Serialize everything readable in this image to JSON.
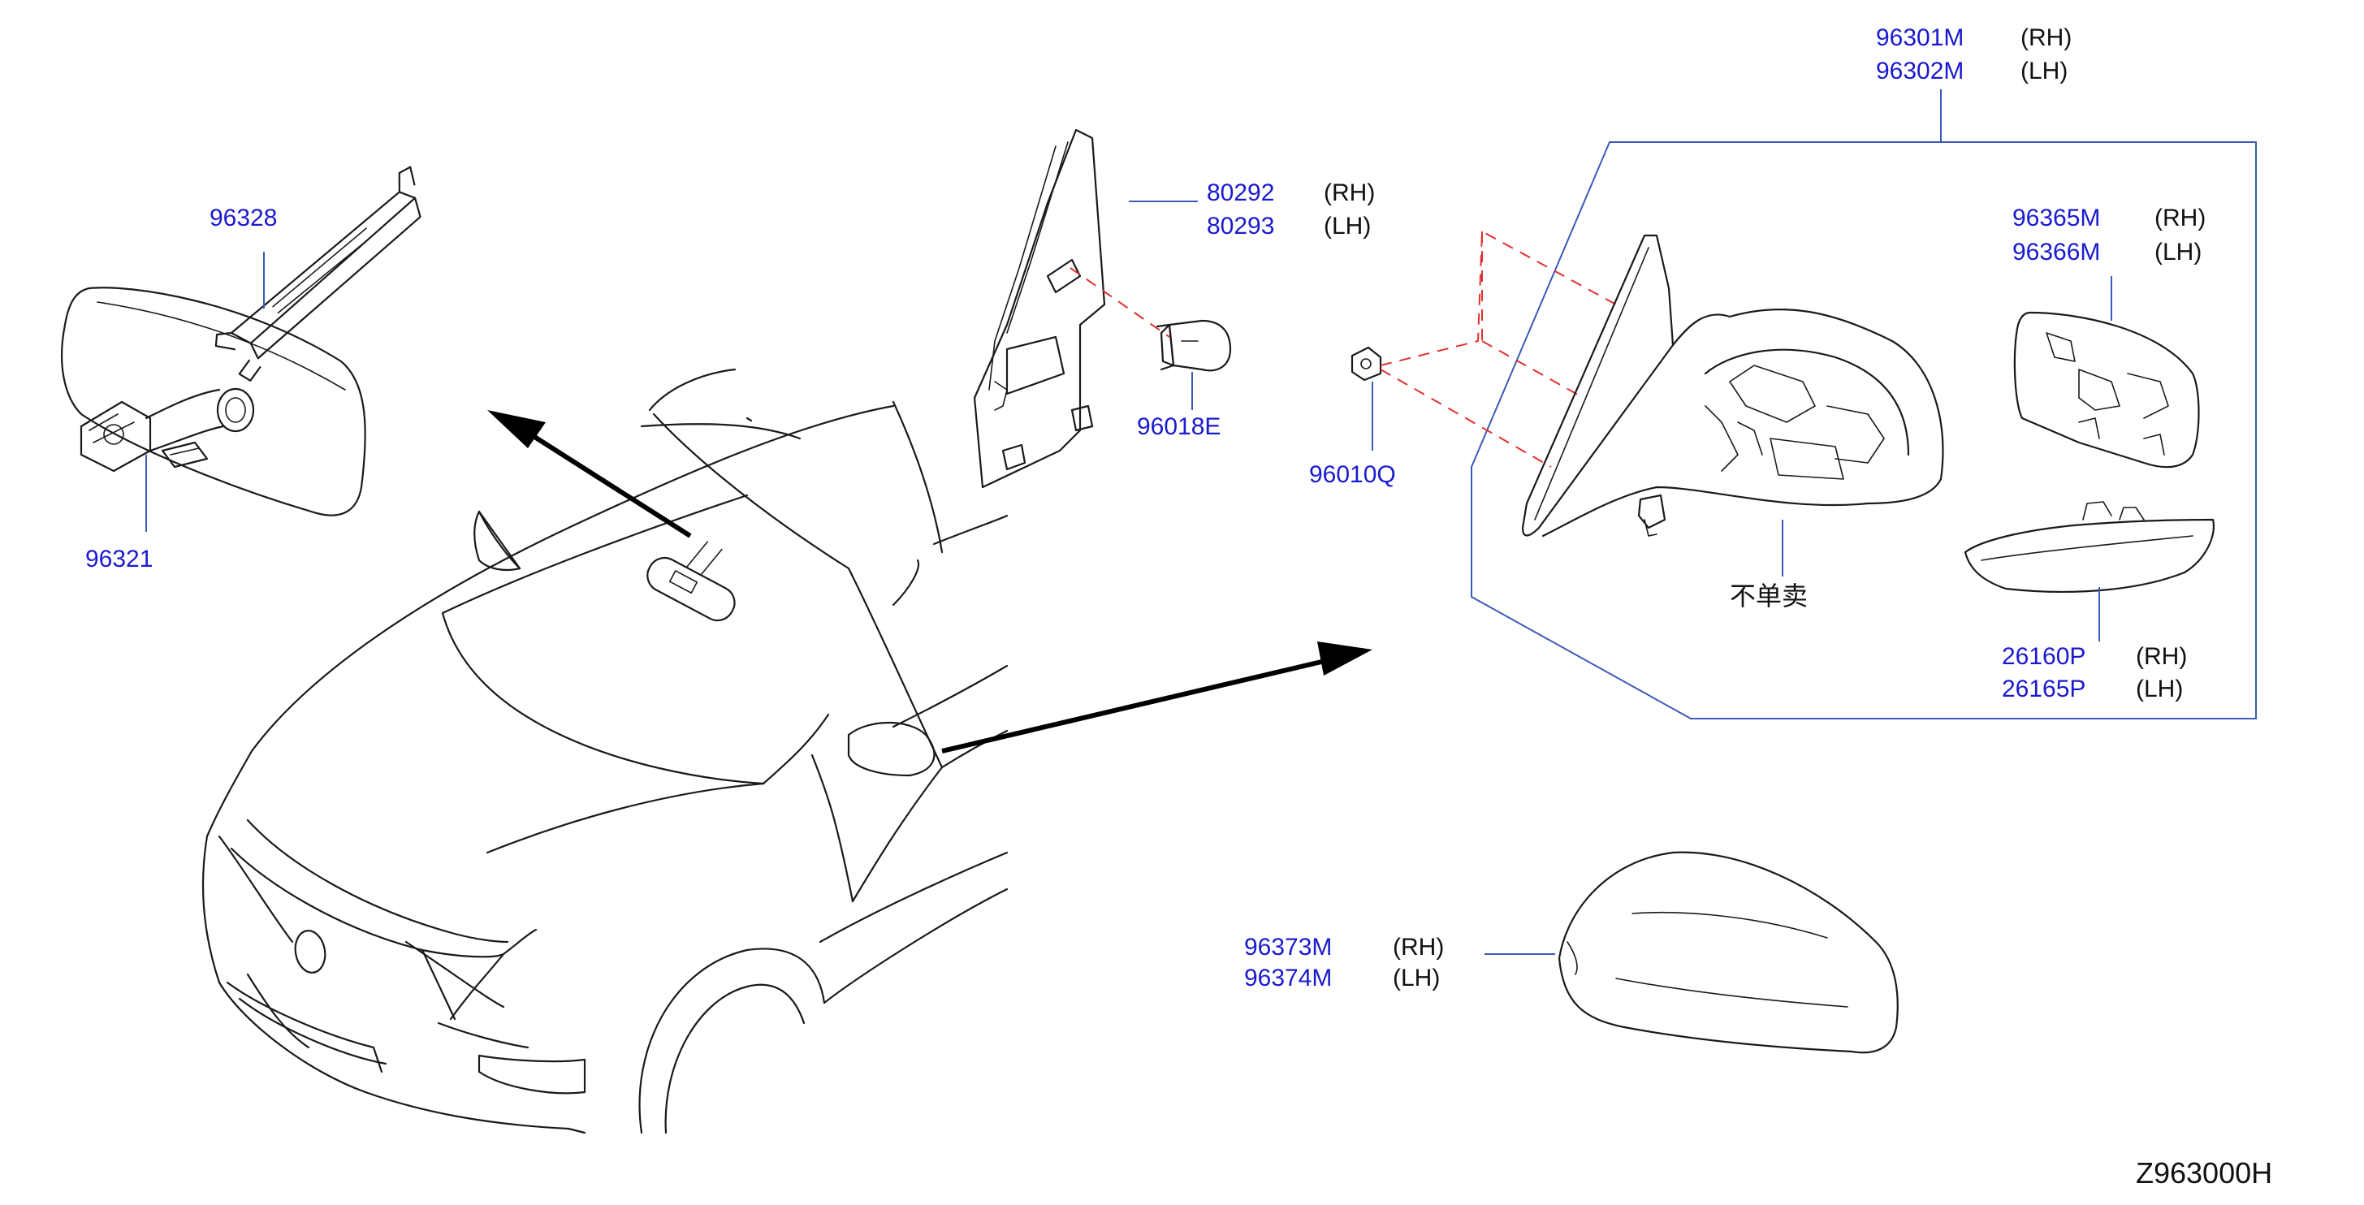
{
  "diagram_code": "Z963000H",
  "not_sold_separately": "不单卖",
  "callouts": {
    "c96328": {
      "parts": [
        "96328"
      ],
      "sides": []
    },
    "c96321": {
      "parts": [
        "96321"
      ],
      "sides": []
    },
    "c80292": {
      "parts": [
        "80292",
        "80293"
      ],
      "sides": [
        "(RH)",
        "(LH)"
      ]
    },
    "c96018E": {
      "parts": [
        "96018E"
      ],
      "sides": []
    },
    "c96010Q": {
      "parts": [
        "96010Q"
      ],
      "sides": []
    },
    "c96301M": {
      "parts": [
        "96301M",
        "96302M"
      ],
      "sides": [
        "(RH)",
        "(LH)"
      ]
    },
    "c96365M": {
      "parts": [
        "96365M",
        "96366M"
      ],
      "sides": [
        "(RH)",
        "(LH)"
      ]
    },
    "c26160P": {
      "parts": [
        "26160P",
        "26165P"
      ],
      "sides": [
        "(RH)",
        "(LH)"
      ]
    },
    "c96373M": {
      "parts": [
        "96373M",
        "96374M"
      ],
      "sides": [
        "(RH)",
        "(LH)"
      ]
    }
  },
  "colors": {
    "part_number": "#1a1ad0",
    "leader": "#3a5ab8",
    "dashed": "#e03030",
    "outline": "#1a1a1a"
  }
}
